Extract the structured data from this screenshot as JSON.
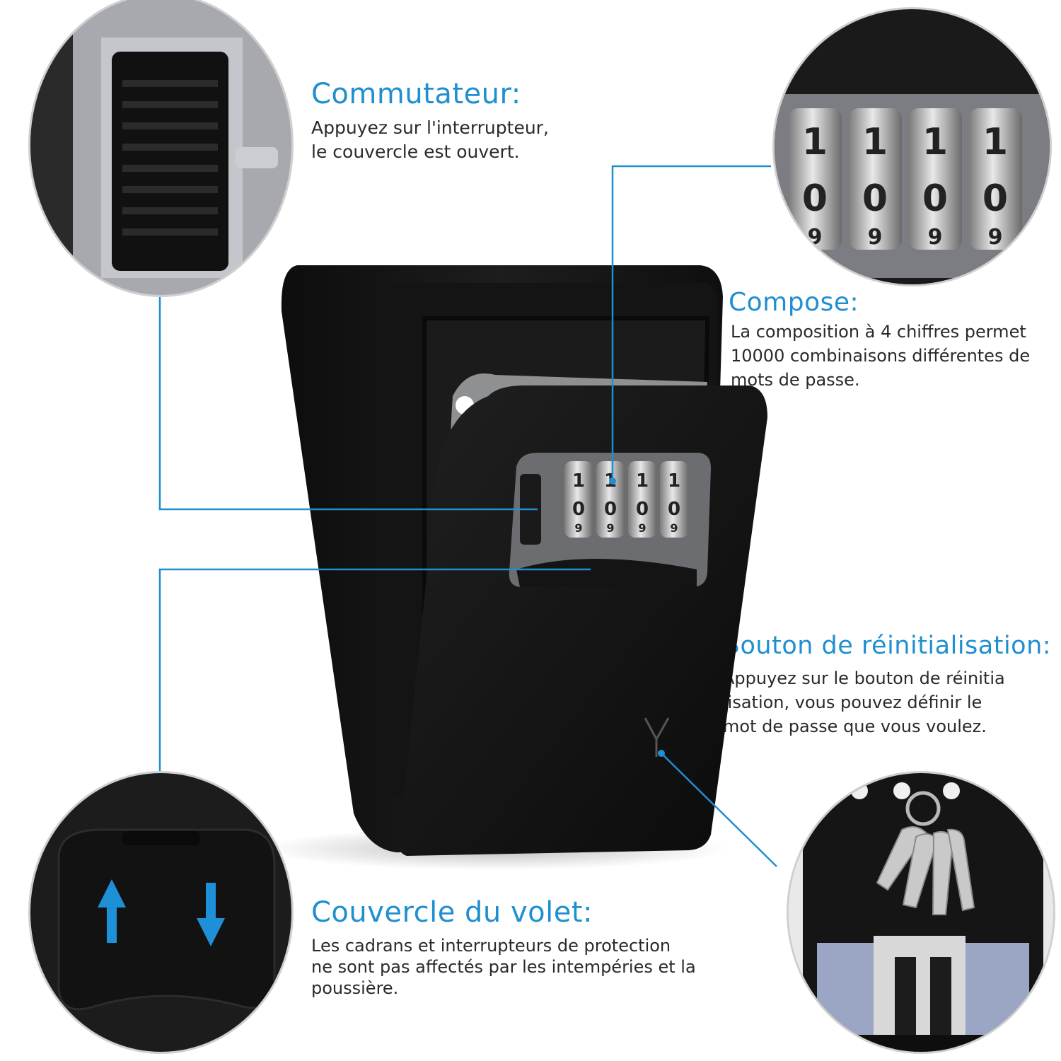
{
  "features": {
    "switch": {
      "title": "Commutateur:",
      "lines": [
        "Appuyez sur l'interrupteur,",
        "le couvercle est ouvert."
      ]
    },
    "dial": {
      "title": "Compose:",
      "lines": [
        "La composition à 4 chiffres permet",
        "10000 combinaisons différentes de",
        "mots de passe."
      ]
    },
    "reset": {
      "title": "Bouton de réinitialisation:",
      "lines": [
        "Appuyez sur le bouton de réinitia",
        "lisation, vous pouvez définir le",
        "mot de passe que vous voulez."
      ]
    },
    "cover": {
      "title": "Couvercle du volet:",
      "lines": [
        "Les cadrans et interrupteurs de protection",
        "ne sont pas affectés par les intempéries et la",
        "poussière."
      ]
    }
  },
  "dial_digits": {
    "top": [
      "1",
      "1",
      "1",
      "1"
    ],
    "middle": [
      "0",
      "0",
      "0",
      "0"
    ],
    "bottom": [
      "9",
      "9",
      "9",
      "9"
    ]
  },
  "colors": {
    "accent": "#1f8fd0",
    "box": "#161616",
    "arrow": "#1e90d8"
  },
  "icons": [
    "up-arrow-icon",
    "down-arrow-icon"
  ]
}
